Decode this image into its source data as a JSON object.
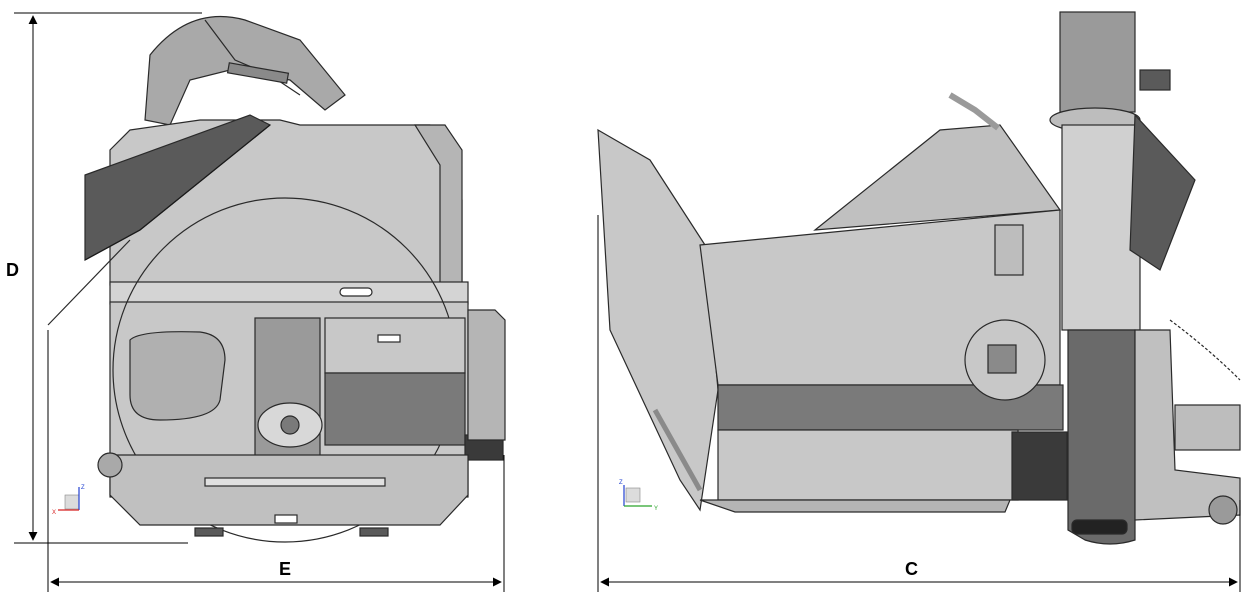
{
  "figure": {
    "views": [
      {
        "id": "front-view",
        "dimensions": {
          "height_label": "D",
          "width_label": "E"
        }
      },
      {
        "id": "side-view",
        "dimensions": {
          "length_label": "C"
        }
      }
    ],
    "axis_triads": {
      "front": {
        "labels": [
          "Z",
          "X"
        ]
      },
      "side": {
        "labels": [
          "Z",
          "Y"
        ]
      }
    },
    "colors": {
      "body_light": "#c8c8c8",
      "body_mid": "#a9a9a9",
      "body_dark": "#7a7a7a",
      "body_darker": "#5a5a5a",
      "outline": "#2a2a2a",
      "axis_x": "#d62020",
      "axis_y": "#2aa52a",
      "axis_z": "#2040d0"
    }
  }
}
